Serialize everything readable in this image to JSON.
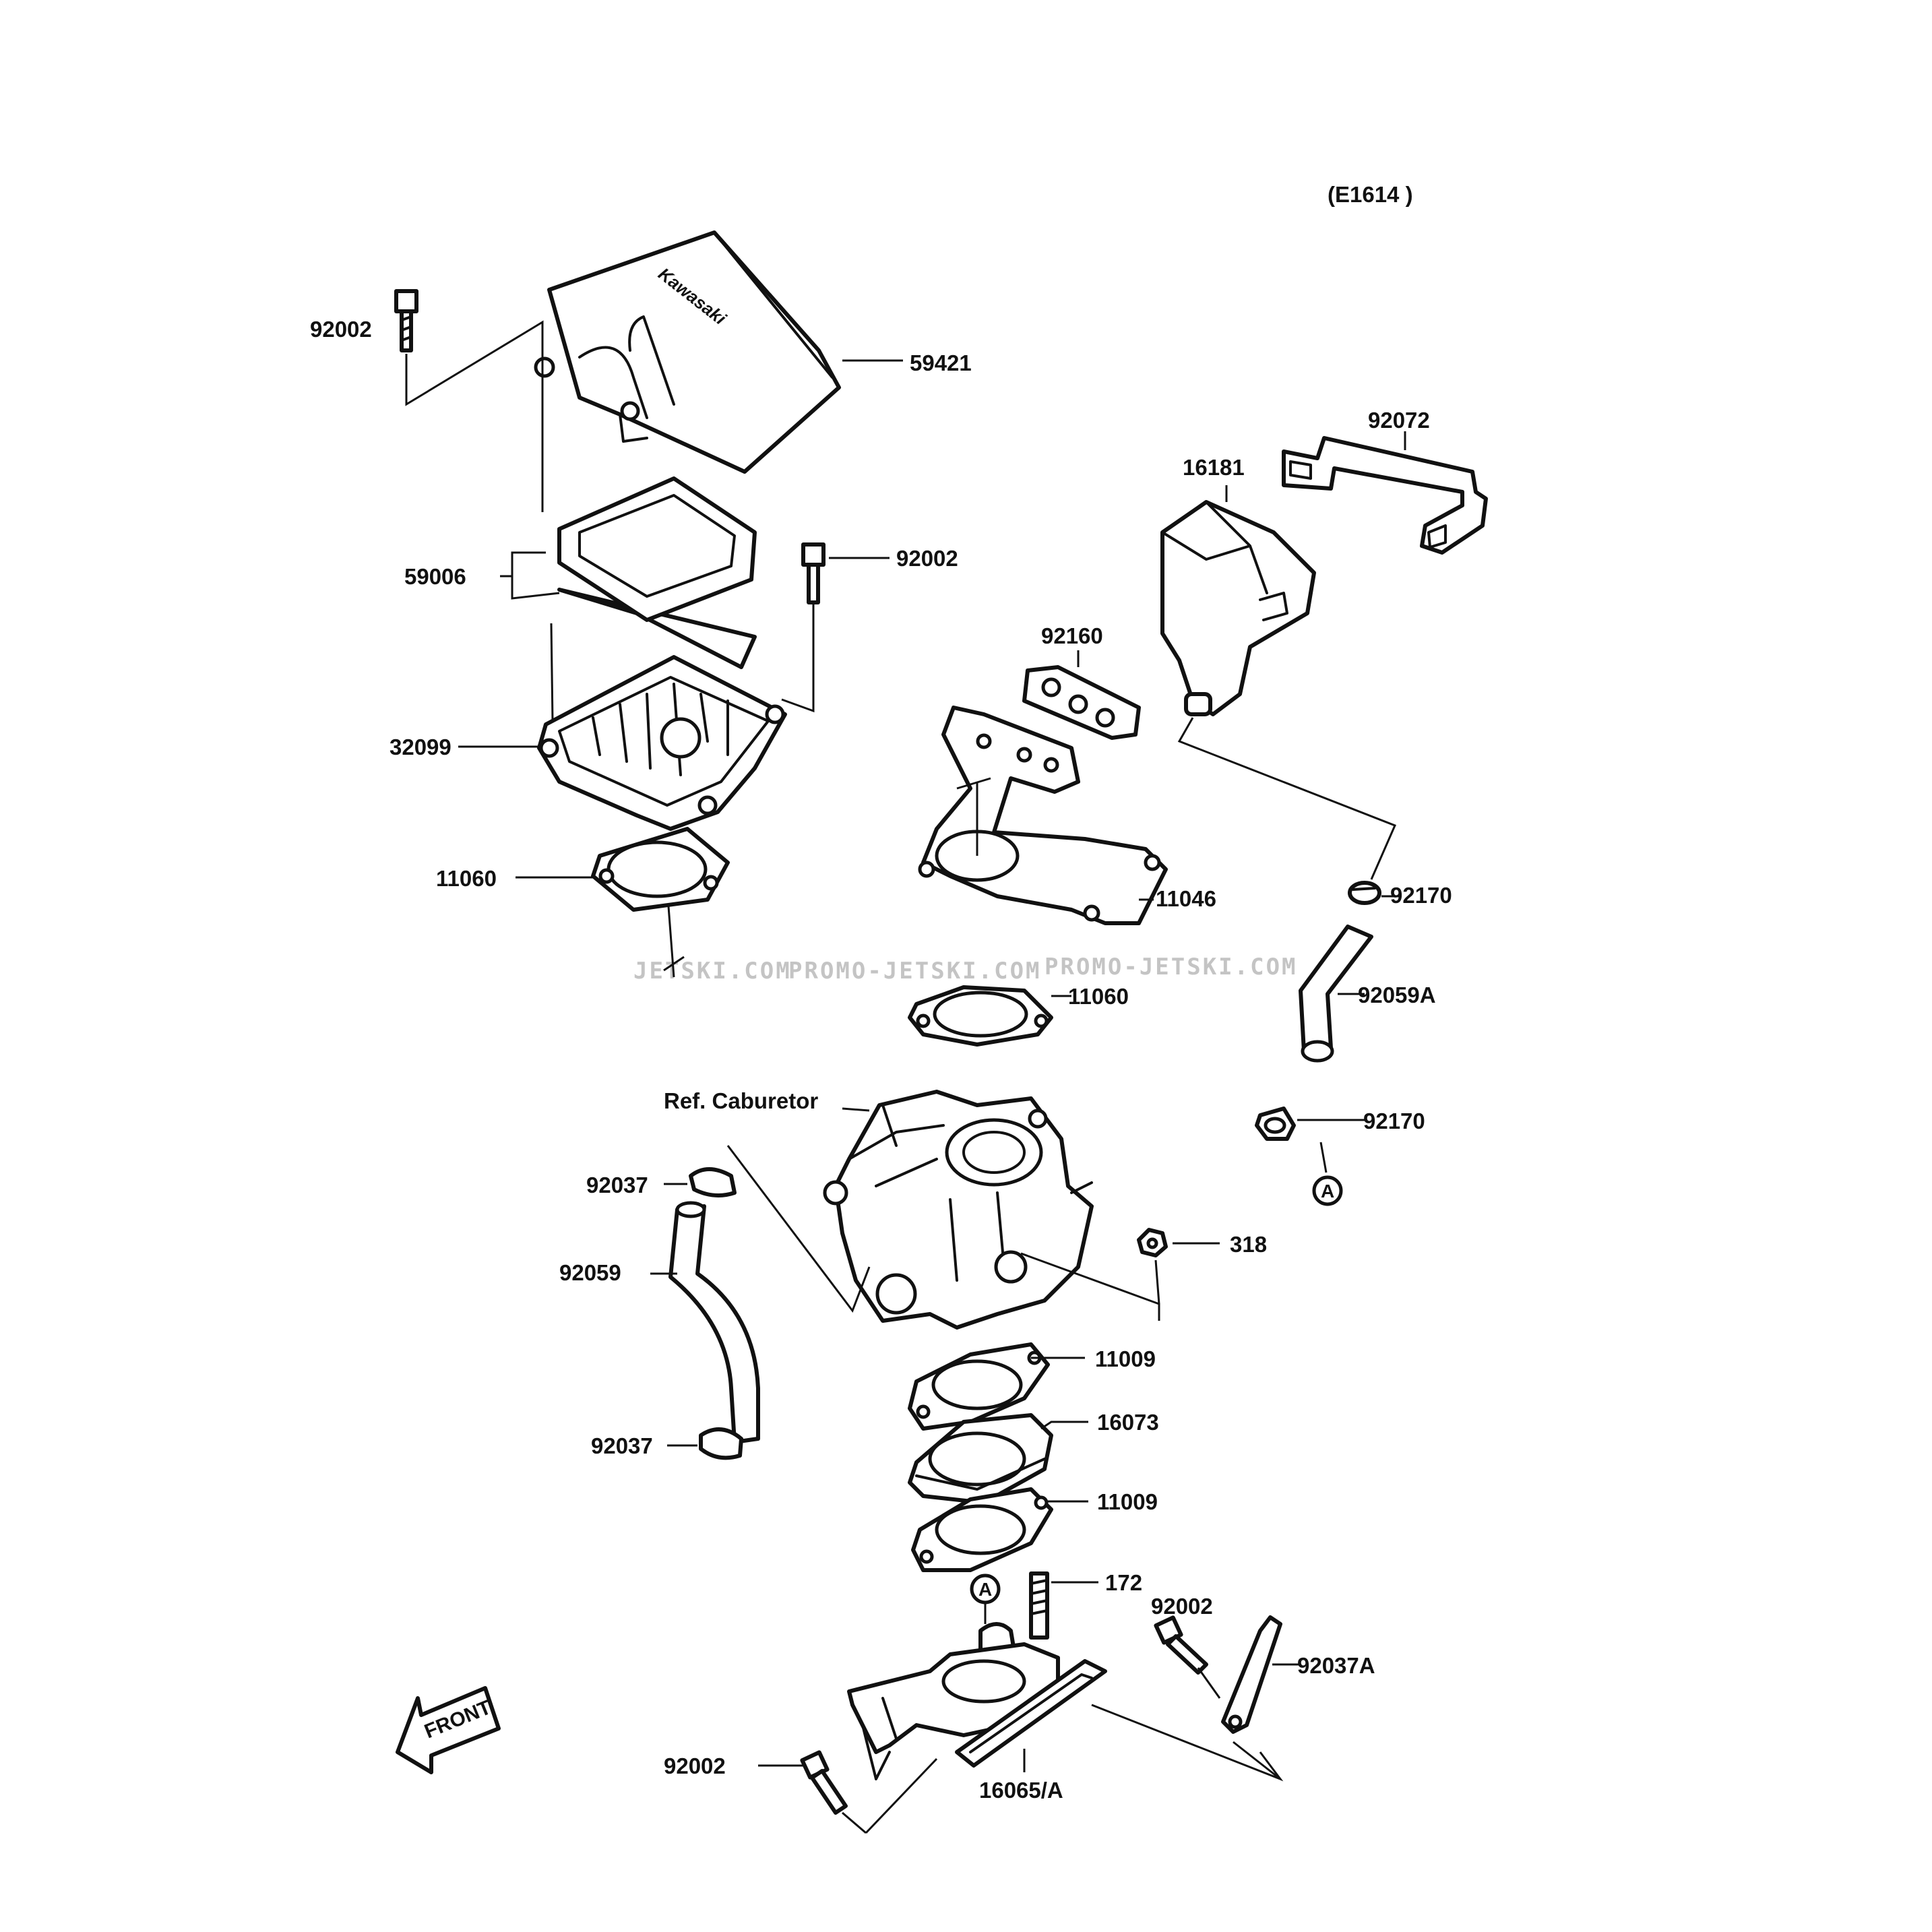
{
  "header": {
    "ref_code": "(E1614 )"
  },
  "watermarks": [
    "JETSKI.COM",
    "PROMO-JETSKI.COM",
    "PROMO-JETSKI.COM"
  ],
  "cover_brand": "Kawasaki",
  "front_label": "FRONT",
  "callout_letter": "A",
  "labels": {
    "bolt_cover": "92002",
    "cover": "59421",
    "filter": "59006",
    "bolt_right": "92002",
    "base": "32099",
    "gasket_top": "11060",
    "bracket": "92072",
    "silencer": "16181",
    "plate": "92160",
    "stay": "11046",
    "clamp_upper": "92170",
    "tube_right": "92059A",
    "gasket_mid": "11060",
    "clamp_lower": "92170",
    "carburetor": "Ref. Caburetor",
    "clip_upper": "92037",
    "nut": "318",
    "tube_left": "92059",
    "gasket_carb": "11009",
    "insulator": "16073",
    "gasket_lower": "11009",
    "clip_lower": "92037",
    "stud": "172",
    "bolt_holder": "92002",
    "band": "92037A",
    "bolt_bottom": "92002",
    "holder": "16065/A"
  }
}
